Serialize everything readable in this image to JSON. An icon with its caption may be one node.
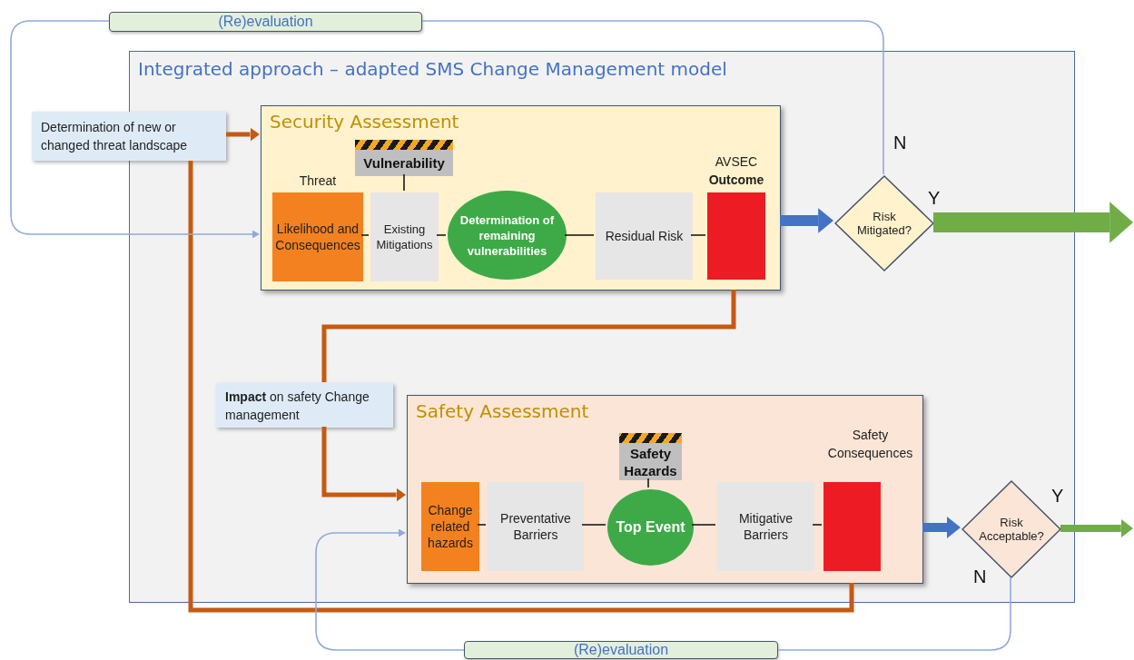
{
  "diagram": {
    "nodes": [
      {
        "text": [
          "Integrated approach – adapted SMS Change Management model"
        ]
      },
      {
        "text": [
          "(Re)evaluation"
        ]
      },
      {
        "text": [
          "Determination of new or changed threat landscape"
        ]
      },
      {
        "text": [
          "Security Assessment"
        ],
        "in": 0
      },
      {
        "text": [
          "Vulnerability"
        ],
        "in": 3
      },
      {
        "text": [
          "Likelihood and Consequences"
        ],
        "in": 3,
        "beside": [
          "Threat"
        ]
      },
      {
        "text": [
          "Existing Mitigations"
        ],
        "in": 3
      },
      {
        "text": [
          "Determination of remaining vulnerabilities"
        ],
        "in": 3
      },
      {
        "text": [
          "Residual Risk"
        ],
        "in": 3
      },
      {
        "text": [
          "AVSEC **Outcome**"
        ],
        "in": 3
      },
      {
        "text": [
          "Risk Mitigated?"
        ],
        "in": 0
      },
      {
        "text": [
          "**Impact** on safety Change management"
        ],
        "in": 0
      },
      {
        "text": [
          "Safety Assessment"
        ],
        "in": 0
      },
      {
        "text": [
          "Safety Hazards"
        ],
        "in": 12
      },
      {
        "text": [
          "Change related hazards"
        ],
        "in": 12
      },
      {
        "text": [
          "Preventative Barriers"
        ],
        "in": 12
      },
      {
        "text": [
          "Top Event"
        ],
        "in": 12
      },
      {
        "text": [
          "Mitigative Barriers"
        ],
        "in": 12
      },
      {
        "text": [
          "Safety Consequences"
        ],
        "in": 12
      },
      {
        "text": [
          "Risk Acceptable?"
        ],
        "in": 0
      },
      {
        "text": [
          "(Re)evaluation"
        ]
      }
    ],
    "edges": [
      {
        "from": 2,
        "to": 3,
        "arrow": "to",
        "style": "thick",
        "color": "#c55a11"
      },
      {
        "from": 2,
        "to": 12,
        "arrow": "none",
        "style": "thick",
        "color": "#c55a11"
      },
      {
        "from": 3,
        "to": 11,
        "arrow": "none",
        "style": "thick",
        "color": "#c55a11"
      },
      {
        "from": 11,
        "to": 12,
        "arrow": "to",
        "style": "thick",
        "color": "#c55a11"
      },
      {
        "from": 3,
        "to": 10,
        "arrow": "to",
        "style": "thick",
        "color": "#4472c4"
      },
      {
        "from": 10,
        "to": 1,
        "arrow": "none",
        "label": "N",
        "color": "#8faadc"
      },
      {
        "from": 1,
        "to": 3,
        "arrow": "to",
        "color": "#8faadc"
      },
      {
        "from": 10,
        "to": null,
        "arrow": "to",
        "label": "Y",
        "style": "thick",
        "color": "#70ad47"
      },
      {
        "from": 12,
        "to": 19,
        "arrow": "to",
        "style": "thick",
        "color": "#4472c4"
      },
      {
        "from": 19,
        "to": null,
        "arrow": "to",
        "label": "Y",
        "style": "thick",
        "color": "#70ad47"
      },
      {
        "from": 19,
        "to": 20,
        "arrow": "none",
        "label": "N",
        "color": "#8faadc"
      },
      {
        "from": 20,
        "to": 12,
        "arrow": "to",
        "color": "#8faadc"
      },
      {
        "from": 5,
        "to": 6,
        "arrow": "none"
      },
      {
        "from": 6,
        "to": 7,
        "arrow": "none"
      },
      {
        "from": 7,
        "to": 8,
        "arrow": "none"
      },
      {
        "from": 8,
        "to": 9,
        "arrow": "none"
      },
      {
        "from": 4,
        "to": 6,
        "arrow": "none"
      },
      {
        "from": 14,
        "to": 15,
        "arrow": "none"
      },
      {
        "from": 15,
        "to": 16,
        "arrow": "none"
      },
      {
        "from": 16,
        "to": 17,
        "arrow": "none"
      },
      {
        "from": 17,
        "to": 18,
        "arrow": "none"
      },
      {
        "from": 13,
        "to": 16,
        "arrow": "none"
      }
    ]
  }
}
